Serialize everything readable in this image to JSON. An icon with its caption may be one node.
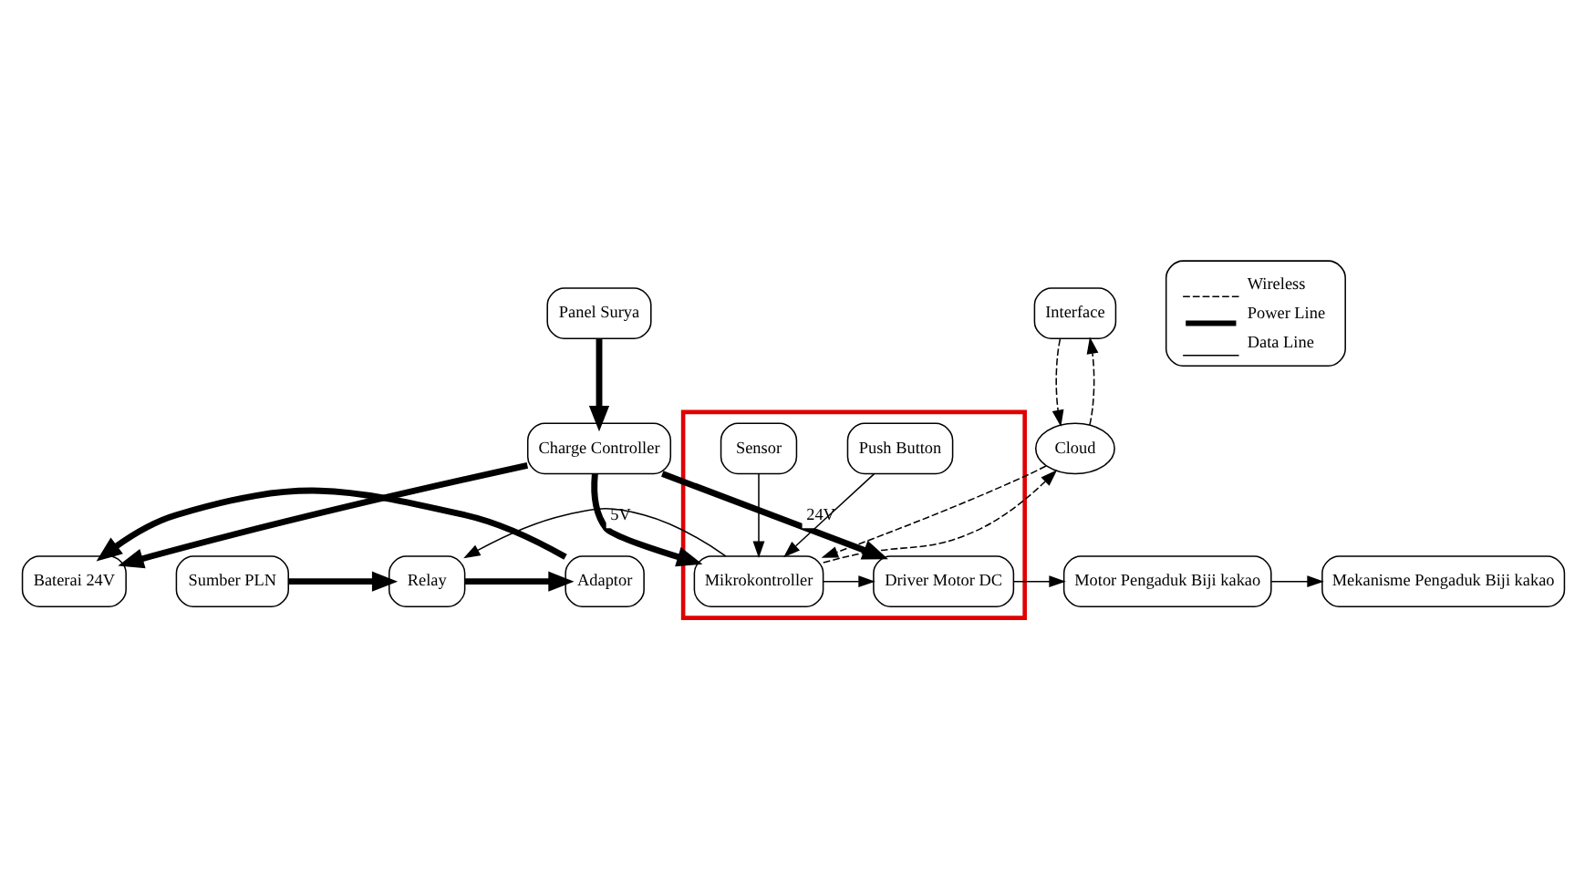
{
  "diagram": {
    "nodes": [
      {
        "text": [
          "Panel Surya"
        ]
      },
      {
        "text": [
          "Charge Controller"
        ]
      },
      {
        "text": [
          "Baterai 24V"
        ]
      },
      {
        "text": [
          "Adaptor"
        ]
      },
      {
        "text": [
          "Relay"
        ]
      },
      {
        "text": [
          "Sumber PLN"
        ]
      },
      {
        "text": [
          "Interface"
        ]
      },
      {
        "text": [
          "Cloud"
        ]
      },
      {
        "text": [],
        "shape": "box"
      },
      {
        "text": [
          "Mikrokontroller"
        ],
        "in": 8
      },
      {
        "text": [
          "Driver Motor DC"
        ],
        "in": 8
      },
      {
        "text": [
          "Push Button"
        ],
        "in": 8
      },
      {
        "text": [
          "Sensor"
        ],
        "in": 8
      },
      {
        "text": [
          "Motor Pengaduk Biji kakao"
        ]
      },
      {
        "text": [
          "Mekanisme Pengaduk Biji kakao"
        ]
      }
    ],
    "edges": [
      {
        "from": 0,
        "to": 1,
        "arrow": "to",
        "style": "thick"
      },
      {
        "from": 1,
        "to": 2,
        "arrow": "to",
        "style": "thick"
      },
      {
        "from": 5,
        "to": 4,
        "arrow": "to",
        "style": "thick"
      },
      {
        "from": 4,
        "to": 3,
        "arrow": "to",
        "style": "thick"
      },
      {
        "from": 3,
        "to": 2,
        "arrow": "to",
        "style": "thick"
      },
      {
        "from": 1,
        "to": 9,
        "arrow": "to",
        "style": "thick",
        "label": "5V"
      },
      {
        "from": 1,
        "to": 10,
        "arrow": "to",
        "style": "thick",
        "label": "24V"
      },
      {
        "from": 9,
        "to": 4,
        "arrow": "to"
      },
      {
        "from": 6,
        "to": 7,
        "arrow": "to",
        "style": "dashed"
      },
      {
        "from": 7,
        "to": 6,
        "arrow": "to",
        "style": "dashed"
      },
      {
        "from": 9,
        "to": 7,
        "arrow": "to",
        "style": "dashed"
      },
      {
        "from": 7,
        "to": 9,
        "arrow": "to",
        "style": "dashed"
      },
      {
        "from": 11,
        "to": 9,
        "arrow": "to"
      },
      {
        "from": 12,
        "to": 9,
        "arrow": "to"
      },
      {
        "from": 9,
        "to": 10,
        "arrow": "to"
      },
      {
        "from": 10,
        "to": 13,
        "arrow": "to"
      },
      {
        "from": 13,
        "to": 14,
        "arrow": "to"
      }
    ],
    "legend": [
      {
        "text": "Wireless"
      },
      {
        "text": "Power Line"
      },
      {
        "text": "Data Line"
      }
    ]
  }
}
